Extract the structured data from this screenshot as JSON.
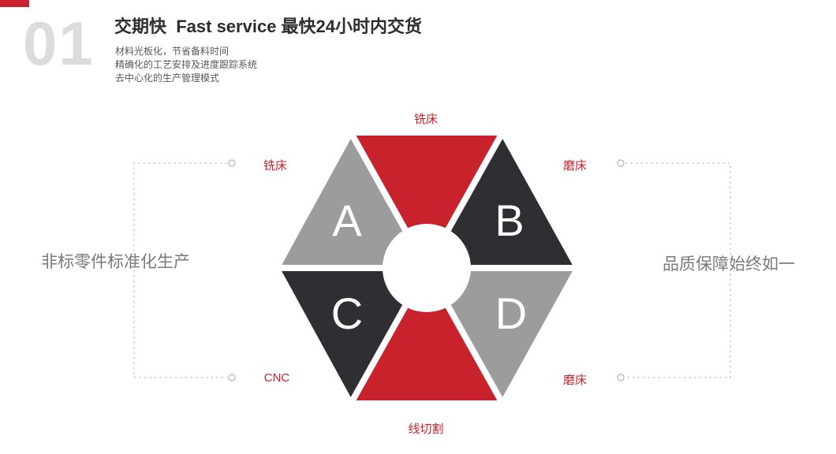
{
  "header": {
    "index": "01",
    "title": "交期快  Fast service 最快24小时内交货",
    "bullets": [
      "材料光板化，节省备料时间",
      "精确化的工艺安排及进度跟踪系统",
      "去中心化的生产管理模式"
    ]
  },
  "sides": {
    "left": "非标零件标准化生产",
    "right": "品质保障始终如一"
  },
  "diagram": {
    "colors": {
      "red": "#c8232c",
      "gray": "#9c9c9c",
      "dark": "#2f2f33",
      "dotted_line": "#cccccc",
      "dot_ring": "#c0c0c0"
    },
    "letters": {
      "a": "A",
      "b": "B",
      "c": "C",
      "d": "D"
    },
    "labels": {
      "top": "铣床",
      "bottom": "线切割",
      "left_top": "铣床",
      "left_bottom": "CNC",
      "right_top": "磨床",
      "right_bottom": "磨床"
    }
  }
}
